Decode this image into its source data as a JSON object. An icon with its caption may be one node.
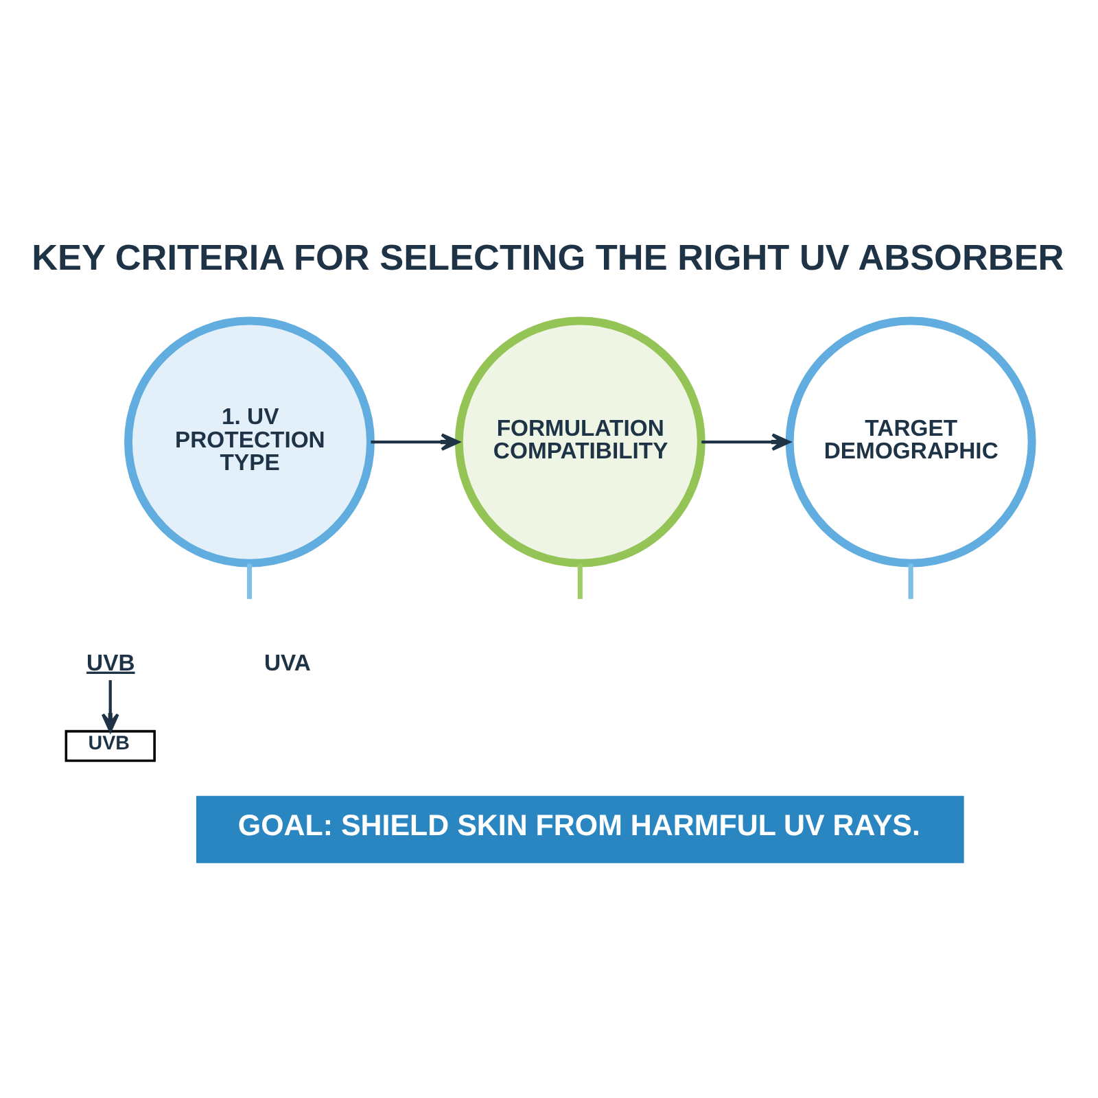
{
  "diagram": {
    "title": "KEY CRITERIA FOR SELECTING THE RIGHT UV ABSORBER",
    "nodes": [
      {
        "text": [
          "1. UV PROTECTION TYPE"
        ]
      },
      {
        "text": [
          "FORMULATION COMPATIBILITY"
        ]
      },
      {
        "text": [
          "TARGET DEMOGRAPHIC"
        ]
      },
      {
        "text": [
          "UVB"
        ]
      },
      {
        "text": [
          "UVB"
        ]
      },
      {
        "text": [
          "GOAL: SHIELD SKIN FROM HARMFUL UV RAYS."
        ]
      }
    ],
    "edges": [
      {
        "from": 0,
        "to": 1,
        "arrow": "to"
      },
      {
        "from": 1,
        "to": 2,
        "arrow": "to"
      },
      {
        "from": 0,
        "to": null,
        "arrow": "none",
        "color": "#7fbfe6"
      },
      {
        "from": 1,
        "to": null,
        "arrow": "none",
        "color": "#9ccc65"
      },
      {
        "from": 2,
        "to": null,
        "arrow": "none",
        "color": "#7fbfe6"
      },
      {
        "from": 3,
        "to": 4,
        "arrow": "to"
      }
    ],
    "labels": [
      "UVA"
    ]
  }
}
